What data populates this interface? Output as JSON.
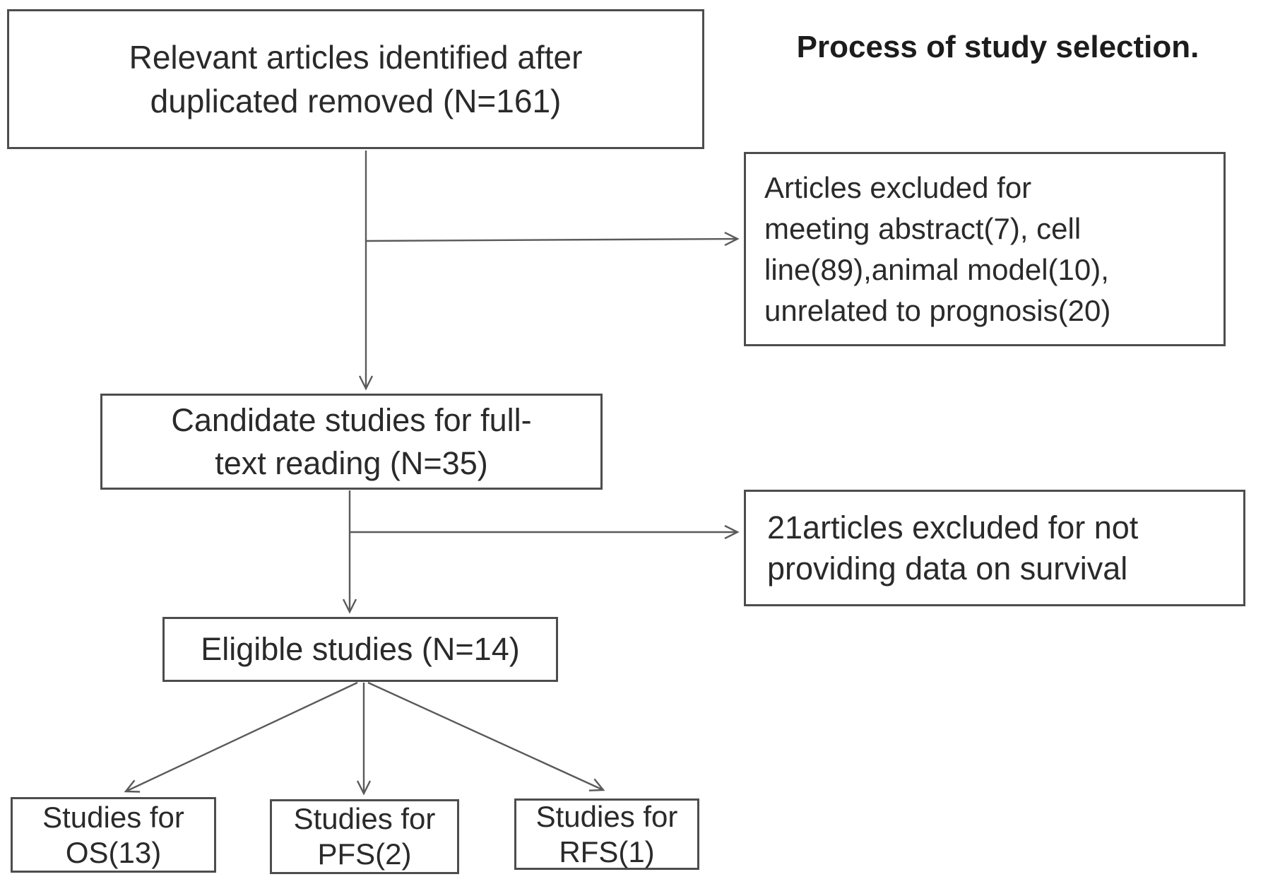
{
  "figure": {
    "title": "Process of study selection."
  },
  "nodes": {
    "identified": {
      "text": "Relevant articles identified after\nduplicated removed (N=161)"
    },
    "excluded_screening": {
      "text": "Articles excluded for\nmeeting abstract(7), cell\nline(89),animal model(10),\nunrelated to prognosis(20)"
    },
    "candidate": {
      "text": "Candidate studies for full-\ntext reading (N=35)"
    },
    "excluded_fulltext": {
      "text": "21articles excluded for not\nproviding data on survival"
    },
    "eligible": {
      "text": "Eligible studies (N=14)"
    },
    "os": {
      "text": "Studies for\nOS(13)"
    },
    "pfs": {
      "text": "Studies for\nPFS(2)"
    },
    "rfs": {
      "text": "Studies for\nRFS(1)"
    }
  },
  "colors": {
    "background": "#ffffff",
    "box_border": "#4d4d4d",
    "text": "#2a2a2a",
    "arrow": "#5a5a5a"
  }
}
